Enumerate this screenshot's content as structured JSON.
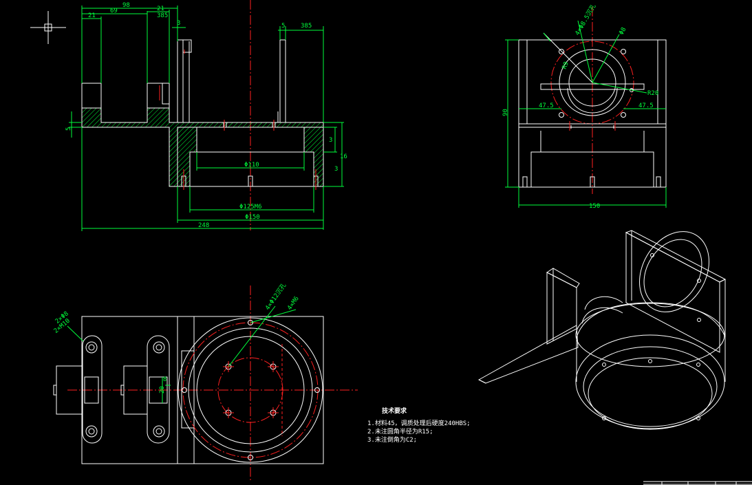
{
  "front_view_dims": {
    "d98": "98",
    "d69": "69",
    "d21a": "21",
    "d21b": "21",
    "d385_small": "385",
    "d3": "3",
    "d5": "5",
    "d385": "385",
    "d5_left": "5",
    "d3_right": "3",
    "d16": "16",
    "d3_small": "3",
    "phi110": "Φ110",
    "phi125": "Φ125M6",
    "phi150": "Φ150",
    "d248": "248"
  },
  "side_view_dims": {
    "holes": "4×Φ8.5沉孔",
    "d6": "Φ8",
    "r9": "R9",
    "r20": "R20",
    "d475l": "47.5",
    "d475r": "47.5",
    "d90": "90",
    "d150": "150"
  },
  "top_view_dims": {
    "hole_a": "2×Φ8",
    "hole_b": "2×M10",
    "hole_c": "4×Φ12沉孔",
    "hole_d": "4×M6",
    "d20": "20",
    "d8": "8"
  },
  "tech_notes": {
    "title": "技术要求",
    "line1": "1.材料45，调质处理后硬度240HBS;",
    "line2": "2.未注圆角半径为R15;",
    "line3": "3.未注倒角为C2;"
  },
  "colors": {
    "background": "#000000",
    "outline": "#ffffff",
    "dimension": "#00ff3c",
    "centerline": "#ff2020"
  }
}
